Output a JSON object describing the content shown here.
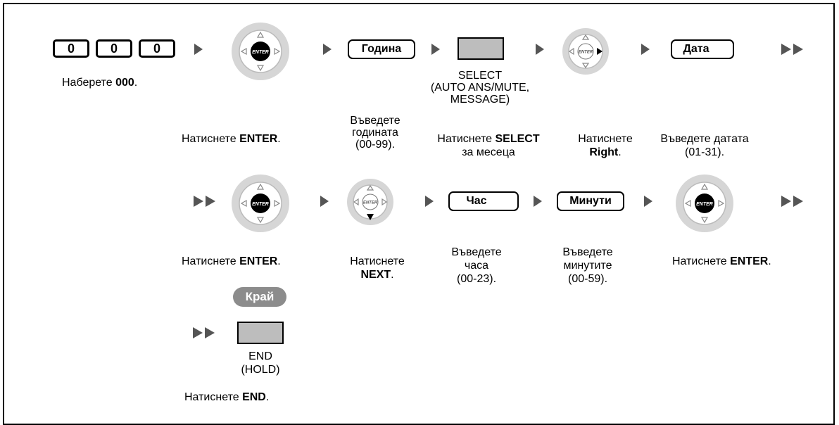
{
  "keys": [
    "0",
    "0",
    "0"
  ],
  "step_dial": {
    "prefix": "Наберете ",
    "code": "000",
    "suffix": "."
  },
  "buttons": {
    "year": "Година",
    "date": "Дата",
    "hour": "Час",
    "minutes": "Минути",
    "end_pill": "Край",
    "enter_label": "ENTER"
  },
  "select_caption": [
    "SELECT",
    "(AUTO ANS/MUTE,",
    "MESSAGE)"
  ],
  "end_caption": [
    "END",
    "(HOLD)"
  ],
  "row1_steps": {
    "press_enter": {
      "prefix": "Натиснете ",
      "key": "ENTER",
      "suffix": "."
    },
    "enter_year": [
      "Въведете",
      "годината",
      "(00-99)."
    ],
    "press_select": {
      "prefix": "Натиснете ",
      "key": "SELECT",
      "line2": "за месеца"
    },
    "press_right": {
      "line1": "Натиснете",
      "key": "Right",
      "suffix": "."
    },
    "enter_date": [
      "Въведете датата",
      "(01-31)."
    ]
  },
  "row2_steps": {
    "press_enter": {
      "prefix": "Натиснете ",
      "key": "ENTER",
      "suffix": "."
    },
    "press_next": {
      "line1": "Натиснете",
      "key": "NEXT",
      "suffix": "."
    },
    "enter_hour": [
      "Въведете",
      "часа",
      "(00-23)."
    ],
    "enter_minutes": [
      "Въведете",
      "минутите",
      "(00-59)."
    ],
    "press_enter_final": {
      "prefix": "Натиснете ",
      "key": "ENTER",
      "suffix": "."
    }
  },
  "press_end": {
    "prefix": "Натиснете ",
    "key": "END",
    "suffix": "."
  }
}
